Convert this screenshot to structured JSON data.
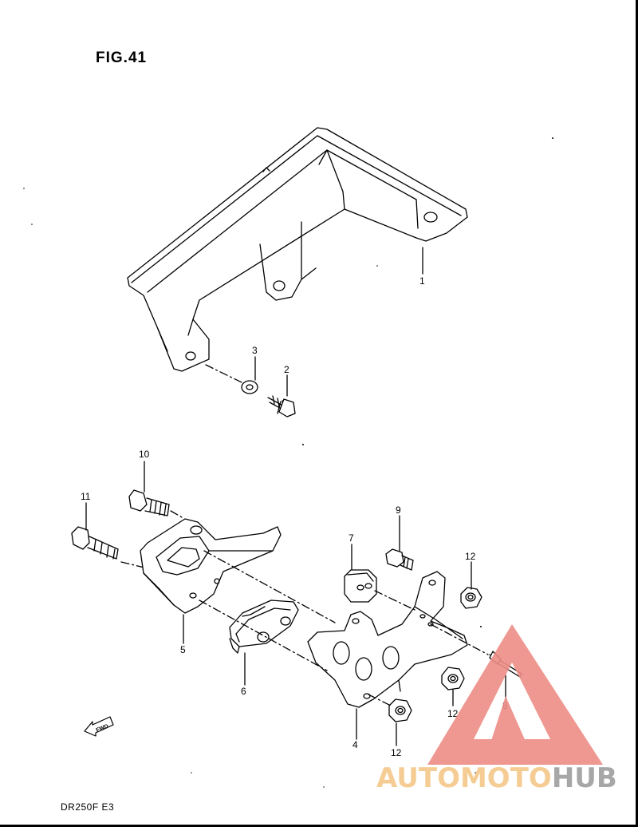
{
  "figure": {
    "title": "FIG.41",
    "model_code": "DR250F E3"
  },
  "callouts": {
    "c1": "1",
    "c2": "2",
    "c3": "3",
    "c4": "4",
    "c5": "5",
    "c6": "6",
    "c7": "7",
    "c8": "8",
    "c9": "9",
    "c10": "10",
    "c11": "11",
    "c12a": "12",
    "c12b": "12",
    "c12c": "12"
  },
  "direction_arrow": {
    "label": "FWD"
  },
  "watermark": {
    "part1": "AUTOMOTO",
    "part2": "HUB",
    "color_primary": "#f4c889",
    "color_secondary": "#9e9e9e",
    "triangle_color": "#ee8c86"
  }
}
